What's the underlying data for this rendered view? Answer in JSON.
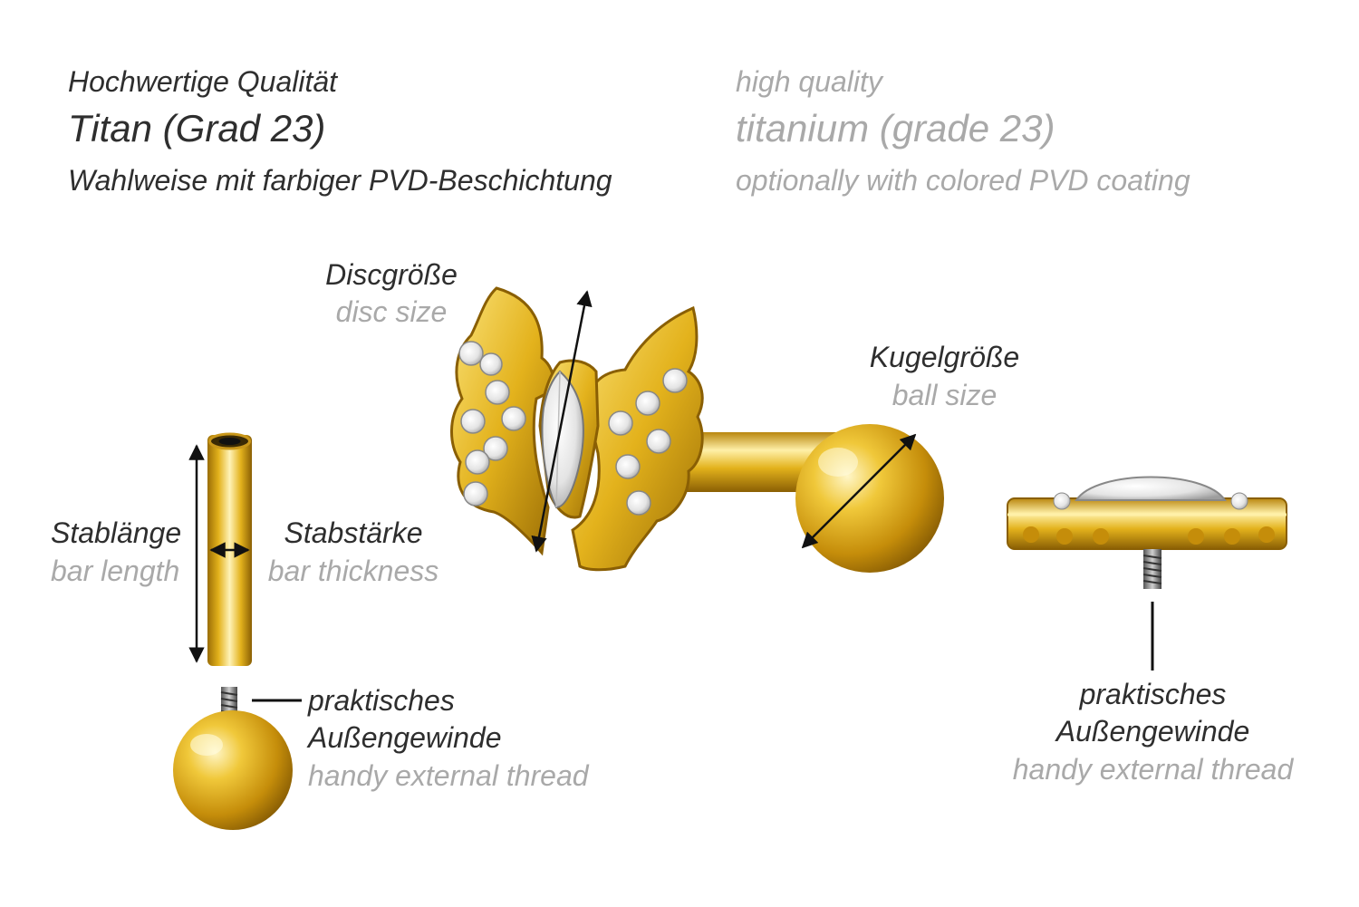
{
  "header": {
    "de_quality": "Hochwertige Qualität",
    "de_material": "Titan (Grad 23)",
    "de_coating": "Wahlweise mit farbiger PVD-Beschichtung",
    "en_quality": "high quality",
    "en_material": "titanium (grade 23)",
    "en_coating": "optionally with colored PVD coating"
  },
  "labels": {
    "disc_de": "Discgröße",
    "disc_en": "disc size",
    "ball_de": "Kugelgröße",
    "ball_en": "ball size",
    "bar_length_de": "Stablänge",
    "bar_length_en": "bar length",
    "bar_thickness_de": "Stabstärke",
    "bar_thickness_en": "bar thickness",
    "thread_left_de_1": "praktisches",
    "thread_left_de_2": "Außengewinde",
    "thread_left_en": "handy external thread",
    "thread_right_de_1": "praktisches",
    "thread_right_de_2": "Außengewinde",
    "thread_right_en": "handy external thread"
  },
  "colors": {
    "gold": "#e3b21c",
    "gold_dark": "#9a6d05",
    "gold_light": "#fbe89a",
    "text_dark": "#2e2e2e",
    "text_light": "#a9a9a9",
    "crystal": "#f3f3f3"
  }
}
